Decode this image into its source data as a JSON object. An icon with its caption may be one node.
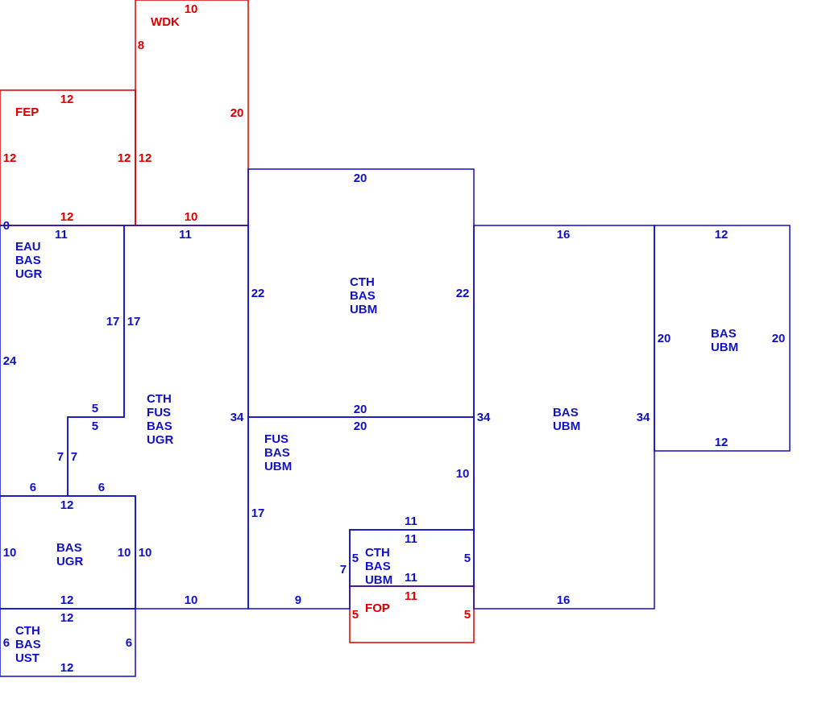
{
  "diagram": {
    "nodes": [
      {
        "text": [
          "WDK"
        ]
      },
      {
        "text": [
          "FEP"
        ]
      },
      {
        "text": [
          "EAU BAS UGR"
        ]
      },
      {
        "text": [
          "CTH BAS UBM"
        ]
      },
      {
        "text": [
          "BAS UBM"
        ]
      },
      {
        "text": [
          "CTH FUS BAS UGR"
        ]
      },
      {
        "text": [
          "BAS UBM"
        ]
      },
      {
        "text": [
          "FUS BAS UBM"
        ]
      },
      {
        "text": [
          "BAS UGR"
        ]
      },
      {
        "text": [
          "CTH BAS UBM"
        ]
      },
      {
        "text": [
          "FOP"
        ]
      },
      {
        "text": [
          "CTH BAS UST"
        ]
      }
    ],
    "edges": [],
    "labels": [
      "10",
      "8",
      "12",
      "20",
      "12",
      "12",
      "12",
      "20",
      "12",
      "10",
      "0",
      "11",
      "11",
      "16",
      "12",
      "22",
      "22",
      "17",
      "17",
      "20",
      "20",
      "24",
      "5",
      "20",
      "34",
      "34",
      "34",
      "5",
      "20",
      "12",
      "7",
      "7",
      "10",
      "6",
      "6",
      "12",
      "17",
      "11",
      "11",
      "10",
      "10",
      "10",
      "5",
      "5",
      "7",
      "11",
      "11",
      "12",
      "10",
      "9",
      "16",
      "5",
      "5",
      "12",
      "6",
      "6",
      "12"
    ]
  }
}
